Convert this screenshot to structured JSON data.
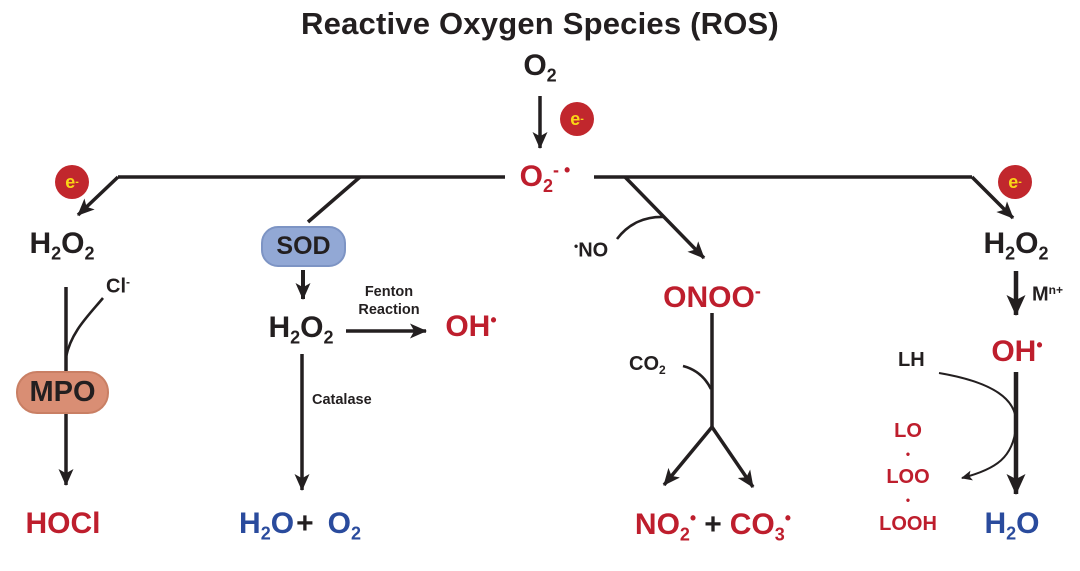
{
  "title": "Reactive Oxygen Species (ROS)",
  "colors": {
    "bg": "#FFFFFF",
    "dark": "#231F20",
    "red": "#BE1E2D",
    "blue": "#2A4B9D",
    "sod-fill": "#92A8D5",
    "sod-border": "#7D94C4",
    "mpo-fill": "#D98E74",
    "mpo-border": "#C97F64",
    "electron-fill": "#C1272D",
    "electron-text": "#F9D616"
  },
  "formulas": {
    "o2": [
      {
        "t": "O"
      },
      {
        "t": "2",
        "p": "sub"
      }
    ],
    "superoxide": [
      {
        "t": "O"
      },
      {
        "t": "2",
        "p": "sub"
      },
      {
        "t": "- •",
        "p": "sup"
      }
    ],
    "h2o2": [
      {
        "t": "H"
      },
      {
        "t": "2",
        "p": "sub"
      },
      {
        "t": "O"
      },
      {
        "t": "2",
        "p": "sub"
      }
    ],
    "chloride": [
      {
        "t": "Cl"
      },
      {
        "t": "-",
        "p": "sup"
      }
    ],
    "hocl": [
      {
        "t": "HOCl"
      }
    ],
    "hydroxyl": [
      {
        "t": "OH"
      },
      {
        "t": "•",
        "p": "sup"
      }
    ],
    "h2o": [
      {
        "t": "H"
      },
      {
        "t": "2",
        "p": "sub"
      },
      {
        "t": "O"
      }
    ],
    "plus": [
      {
        "t": "+"
      }
    ],
    "no": [
      {
        "t": "•",
        "p": "sup"
      },
      {
        "t": "NO"
      }
    ],
    "onoo": [
      {
        "t": "ONOO"
      },
      {
        "t": "-",
        "p": "sup"
      }
    ],
    "co2": [
      {
        "t": "CO"
      },
      {
        "t": "2",
        "p": "sub"
      }
    ],
    "no2": [
      {
        "t": "NO"
      },
      {
        "t": "2",
        "p": "sub"
      },
      {
        "t": "•",
        "p": "sup"
      }
    ],
    "co3": [
      {
        "t": "CO"
      },
      {
        "t": "3",
        "p": "sub"
      },
      {
        "t": "•",
        "p": "sup"
      }
    ],
    "metal": [
      {
        "t": "M"
      },
      {
        "t": "n+",
        "p": "sup"
      }
    ],
    "lh": [
      {
        "t": "LH"
      }
    ],
    "lo": [
      {
        "t": "LO"
      },
      {
        "t": "•",
        "p": "sup"
      }
    ],
    "loo": [
      {
        "t": "LOO"
      },
      {
        "t": "•",
        "p": "sup"
      }
    ],
    "looh": [
      {
        "t": "LOOH"
      }
    ],
    "electron": [
      {
        "t": "e"
      },
      {
        "t": "-",
        "p": "sup"
      }
    ]
  },
  "labels": {
    "fenton_line1": "Fenton",
    "fenton_line2": "Reaction",
    "catalase": "Catalase",
    "sod": "SOD",
    "mpo": "MPO"
  }
}
